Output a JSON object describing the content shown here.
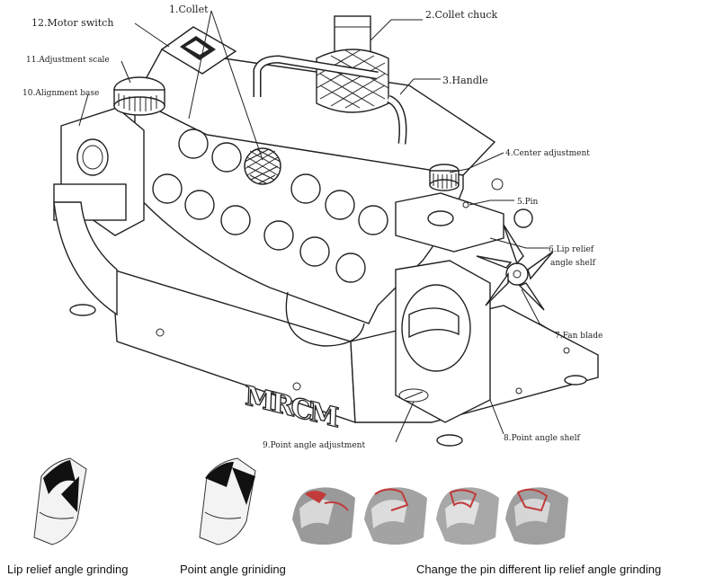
{
  "labels": {
    "l1": "1.Collet",
    "l2": "2.Collet chuck",
    "l3": "3.Handle",
    "l4": "4.Center adjustment",
    "l5": "5.Pin",
    "l6a": "6.Lip relief",
    "l6b": "angle shelf",
    "l7": "7.Fan blade",
    "l8": "8.Point angle shelf",
    "l9": "9.Point angle adjustment",
    "l10": "10.Alignment base",
    "l11": "11.Adjustment scale",
    "l12": "12.Motor switch"
  },
  "brand": "MRCM",
  "captions": {
    "lip": "Lip relief angle grinding",
    "point": "Point angle griniding",
    "pin": "Change the pin different lip relief angle grinding"
  }
}
